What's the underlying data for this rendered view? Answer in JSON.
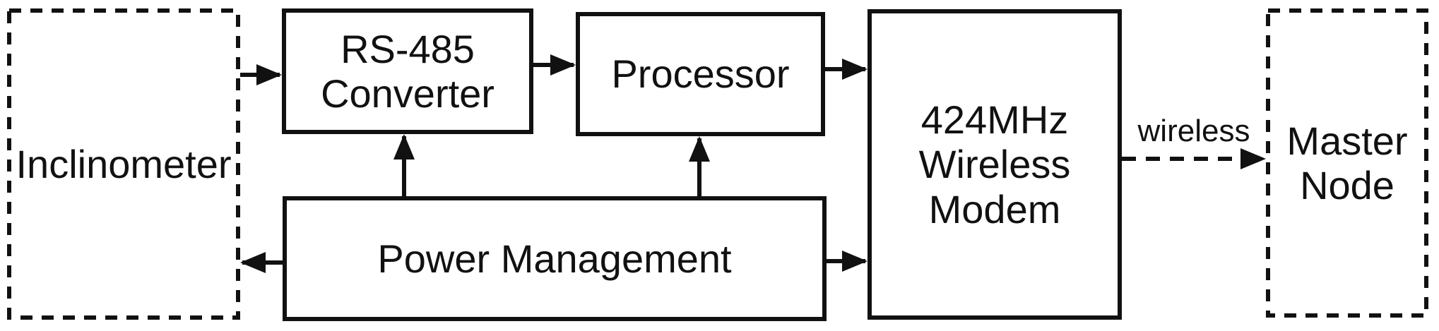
{
  "colors": {
    "background": "#ffffff",
    "stroke": "#111111",
    "text": "#111111"
  },
  "blocks": {
    "inclinometer": {
      "label": "Inclinometer",
      "border": "dashed"
    },
    "rs485": {
      "label": "RS-485\nConverter",
      "border": "solid"
    },
    "processor": {
      "label": "Processor",
      "border": "solid"
    },
    "power": {
      "label": "Power Management",
      "border": "solid"
    },
    "modem": {
      "label": "424MHz\nWireless\nModem",
      "border": "solid"
    },
    "master": {
      "label": "Master\nNode",
      "border": "dashed"
    }
  },
  "connections": [
    {
      "from": "inclinometer",
      "to": "rs485",
      "style": "solid",
      "direction": "right",
      "label": ""
    },
    {
      "from": "rs485",
      "to": "processor",
      "style": "solid",
      "direction": "right",
      "label": ""
    },
    {
      "from": "processor",
      "to": "modem",
      "style": "solid",
      "direction": "right",
      "label": ""
    },
    {
      "from": "power",
      "to": "rs485",
      "style": "solid",
      "direction": "up",
      "label": ""
    },
    {
      "from": "power",
      "to": "processor",
      "style": "solid",
      "direction": "up",
      "label": ""
    },
    {
      "from": "power",
      "to": "inclinometer",
      "style": "solid",
      "direction": "left",
      "label": ""
    },
    {
      "from": "power",
      "to": "modem",
      "style": "solid",
      "direction": "right",
      "label": ""
    },
    {
      "from": "modem",
      "to": "master",
      "style": "dashed",
      "direction": "right",
      "label": "wireless"
    }
  ]
}
